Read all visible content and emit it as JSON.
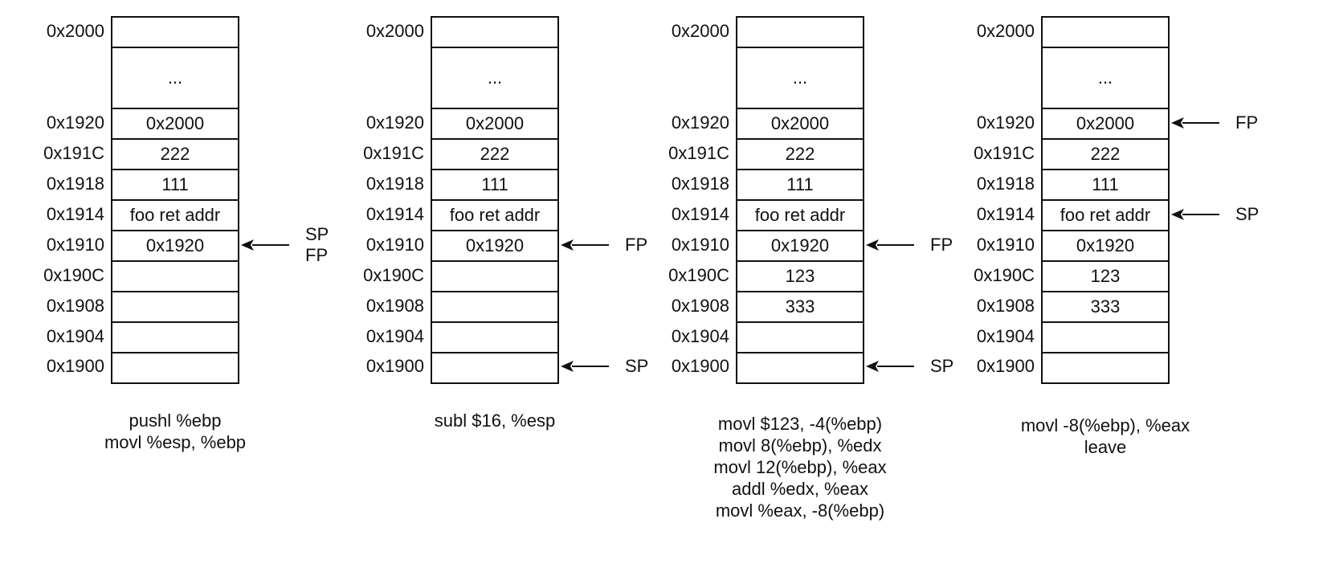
{
  "panels": [
    {
      "addresses": [
        "0x2000",
        "0x1920",
        "0x191C",
        "0x1918",
        "0x1914",
        "0x1910",
        "0x190C",
        "0x1908",
        "0x1904",
        "0x1900"
      ],
      "cells": [
        "",
        "...",
        "0x2000",
        "222",
        "111",
        "foo ret addr",
        "0x1920",
        "",
        "",
        "",
        ""
      ],
      "pointers": [
        {
          "row": "0x1910",
          "labels": [
            "SP",
            "FP"
          ]
        }
      ],
      "code": [
        "pushl %ebp",
        "movl %esp, %ebp"
      ]
    },
    {
      "addresses": [
        "0x2000",
        "0x1920",
        "0x191C",
        "0x1918",
        "0x1914",
        "0x1910",
        "0x190C",
        "0x1908",
        "0x1904",
        "0x1900"
      ],
      "cells": [
        "",
        "...",
        "0x2000",
        "222",
        "111",
        "foo ret addr",
        "0x1920",
        "",
        "",
        "",
        ""
      ],
      "pointers": [
        {
          "row": "0x1910",
          "labels": [
            "FP"
          ]
        },
        {
          "row": "0x1900",
          "labels": [
            "SP"
          ]
        }
      ],
      "code": [
        "subl $16, %esp"
      ]
    },
    {
      "addresses": [
        "0x2000",
        "0x1920",
        "0x191C",
        "0x1918",
        "0x1914",
        "0x1910",
        "0x190C",
        "0x1908",
        "0x1904",
        "0x1900"
      ],
      "cells": [
        "",
        "...",
        "0x2000",
        "222",
        "111",
        "foo ret addr",
        "0x1920",
        "123",
        "333",
        "",
        ""
      ],
      "pointers": [
        {
          "row": "0x1910",
          "labels": [
            "FP"
          ]
        },
        {
          "row": "0x1900",
          "labels": [
            "SP"
          ]
        }
      ],
      "code": [
        "movl $123, -4(%ebp)",
        "movl 8(%ebp), %edx",
        "movl 12(%ebp), %eax",
        "addl %edx, %eax",
        "movl %eax, -8(%ebp)"
      ]
    },
    {
      "addresses": [
        "0x2000",
        "0x1920",
        "0x191C",
        "0x1918",
        "0x1914",
        "0x1910",
        "0x190C",
        "0x1908",
        "0x1904",
        "0x1900"
      ],
      "cells": [
        "",
        "...",
        "0x2000",
        "222",
        "111",
        "foo ret addr",
        "0x1920",
        "123",
        "333",
        "",
        ""
      ],
      "pointers": [
        {
          "row": "0x1920",
          "labels": [
            "FP"
          ]
        },
        {
          "row": "0x1914",
          "labels": [
            "SP"
          ]
        }
      ],
      "code": [
        "movl -8(%ebp), %eax",
        "leave"
      ]
    }
  ]
}
